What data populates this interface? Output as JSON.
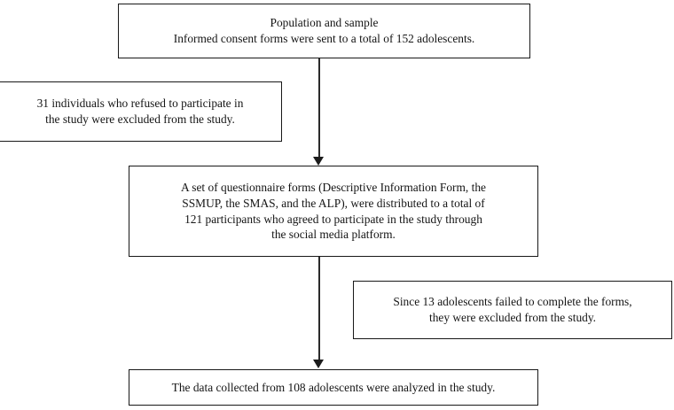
{
  "figure": {
    "type": "flowchart",
    "orientation": "vertical",
    "background_color": "#ffffff",
    "border_color": "#181818",
    "arrow_color": "#1c1c1c"
  },
  "nodes": {
    "population": {
      "label": "Population and sample\nInformed consent forms were sent to a total of 152 adolescents.",
      "count": 152
    },
    "refused": {
      "label": "31 individuals who refused to participate in\nthe study were excluded from the study.",
      "count": 31
    },
    "questionnaire": {
      "label": "A set of questionnaire forms (Descriptive Information Form, the\nSSMUP, the SMAS, and the ALP), were distributed to a total of\n121 participants who agreed to participate in the study through\nthe social media platform.",
      "count": 121
    },
    "failed": {
      "label": "Since 13 adolescents failed to complete the forms,\nthey were excluded from the study.",
      "count": 13
    },
    "analyzed": {
      "label": "The data collected from 108 adolescents were analyzed in the study.",
      "count": 108
    }
  },
  "connectors": [
    {
      "name": "arrow-population-to-questionnaire",
      "icon": "down-arrow-icon",
      "from": "population",
      "to": "questionnaire"
    },
    {
      "name": "arrow-questionnaire-to-analyzed",
      "icon": "down-arrow-icon",
      "from": "questionnaire",
      "to": "analyzed"
    }
  ]
}
